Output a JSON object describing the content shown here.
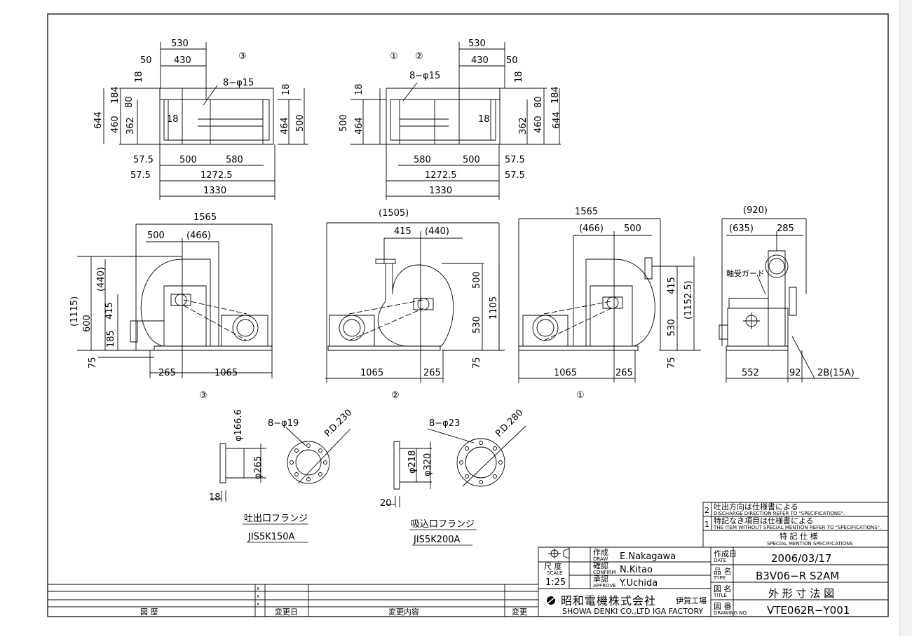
{
  "top_views": {
    "left": {
      "view_mark": "③",
      "dims": [
        "530",
        "430",
        "50",
        "18",
        "184",
        "80",
        "644",
        "460",
        "362",
        "18",
        "464",
        "500",
        "8−φ15",
        "18",
        "57.5",
        "500",
        "580",
        "57.5",
        "1272.5",
        "1330"
      ]
    },
    "right": {
      "view_mark_1": "①",
      "view_mark_2": "②",
      "dims": [
        "530",
        "430",
        "50",
        "18",
        "184",
        "80",
        "644",
        "460",
        "362",
        "18",
        "464",
        "500",
        "8−φ15",
        "18",
        "57.5",
        "500",
        "580",
        "57.5",
        "1272.5",
        "1330"
      ]
    }
  },
  "side_views": {
    "v3": {
      "mark": "③",
      "dims": [
        "1565",
        "500",
        "(466)",
        "(440)",
        "(1115)",
        "600",
        "415",
        "185",
        "75",
        "265",
        "1065"
      ]
    },
    "v2": {
      "mark": "②",
      "dims": [
        "(1505)",
        "415",
        "(440)",
        "500",
        "1105",
        "530",
        "75",
        "1065",
        "265"
      ]
    },
    "v1": {
      "mark": "①",
      "dims": [
        "1565",
        "(466)",
        "500",
        "415",
        "(1152.5)",
        "530",
        "75",
        "1065",
        "265"
      ]
    },
    "end": {
      "dims": [
        "(920)",
        "(635)",
        "285",
        "552",
        "92",
        "2B(15A)"
      ],
      "label": "軸受ガード"
    }
  },
  "flanges": {
    "discharge": {
      "d1": "φ166.6",
      "d2": "φ265",
      "thk": "18",
      "holes": "8−φ19",
      "pd": "P.D.230",
      "title": "吐出口フランジ",
      "std": "JIS5K150A"
    },
    "suction": {
      "d1": "φ218",
      "d2": "φ320",
      "thk": "20",
      "holes": "8−φ23",
      "pd": "P.D.280",
      "title": "吸込口フランジ",
      "std": "JIS5K200A"
    }
  },
  "notes": {
    "n2_no": "2",
    "n2_jp": "吐出方向は仕様書による",
    "n2_en": "DISCHARGE DIRECTION REFER TO \"SPECIFICATIONS\".",
    "n1_no": "1",
    "n1_jp": "特記なき項目は仕様書による",
    "n1_en": "THE ITEM WITHOUT SPECIAL MENTION REFER TO \"SPECIFICATIONS\".",
    "title_jp": "特 記 仕 様",
    "title_en": "SPECIAL MENTION SPECIFICATIONS"
  },
  "title_block": {
    "draw_jp": "作成",
    "draw_en": "DRAW",
    "draw_name": "E.Nakagawa",
    "check_jp": "確認",
    "check_en": "CONFIRM",
    "check_name": "N.Kitao",
    "approve_jp": "承認",
    "approve_en": "APPROVE",
    "approve_name": "Y.Uchida",
    "scale_jp": "尺 度",
    "scale_en": "SCALE",
    "scale": "1:25",
    "company_jp": "昭和電機株式会社",
    "factory_jp": "伊賀工場",
    "company_en": "SHOWA DENKI CO.,LTD IGA FACTORY",
    "date_jp": "作成日",
    "date_en": "DATE",
    "date": "2006/03/17",
    "type_jp": "品 名",
    "type_en": "TYPE",
    "type": "B3V06−R S2AM",
    "title_jp": "図 名",
    "title_en": "TITLE",
    "title": "外 形 寸 法 図",
    "dwg_jp": "図 番",
    "dwg_en": "DRAWING NO.",
    "dwg_no": "VTE062R−Y001"
  },
  "revision": {
    "history_label": "図 歴",
    "col_date": "変更日",
    "col_content": "変更内容",
    "col_change": "変更",
    "marks": [
      "x",
      "x",
      "x"
    ]
  }
}
